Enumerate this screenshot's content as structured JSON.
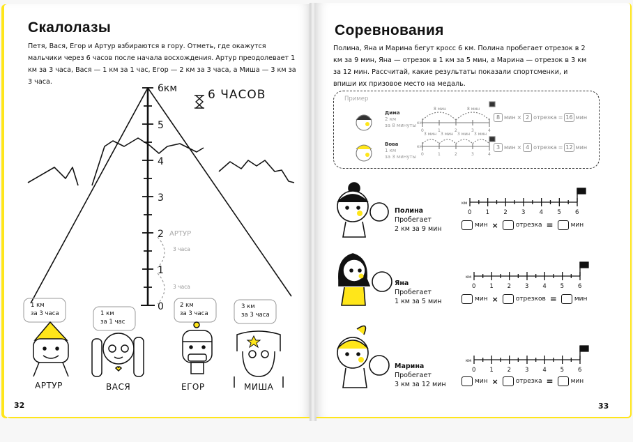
{
  "left_page": {
    "title": "Скалолазы",
    "intro": "Петя, Вася, Егор и Артур взбираются в гору. Отметь, где окажутся мальчики через 6 часов после начала восхождения. Артур преодолевает 1 км за 3 часа, Вася — 1 км за 1 час, Егор — 2 км за 3 часа, а Миша — 3 км за 3 часа.",
    "page_number": "32",
    "hours_label": "6 ЧАСОВ",
    "scale": [
      "6км",
      "5",
      "4",
      "3",
      "2",
      "1",
      "0"
    ],
    "artur_marker": "АРТУР",
    "segment_labels": [
      "3 часа",
      "3 часа"
    ],
    "climbers": [
      {
        "name": "АРТУР",
        "bubble": [
          "1 км",
          "за 3 часа"
        ]
      },
      {
        "name": "ВАСЯ",
        "bubble": [
          "1 км",
          "за 1 час"
        ]
      },
      {
        "name": "ЕГОР",
        "bubble": [
          "2 км",
          "за 3 часа"
        ]
      },
      {
        "name": "МИША",
        "bubble": [
          "3 км",
          "за 3 часа"
        ]
      }
    ]
  },
  "right_page": {
    "title": "Соревнования",
    "intro": "Полина, Яна и Марина бегут кросс 6 км. Полина пробегает отрезок в 2 км за 9 мин, Яна — отрезок в 1 км за 5 мин, а Марина — отрезок в 3 км за 12 мин. Рассчитай, какие результаты показали спортсменки, и впиши их призовое место на медаль.",
    "page_number": "33",
    "example": {
      "label": "Пример",
      "rows": [
        {
          "name": "Дима",
          "desc": [
            "2 км",
            "за 8 минуты"
          ],
          "seg_label": "8 мин",
          "a": "8",
          "b": "2",
          "result": "16"
        },
        {
          "name": "Вова",
          "desc": [
            "1 км",
            "за 3 минуты"
          ],
          "seg_label": "3 мин",
          "a": "3",
          "b": "4",
          "result": "12"
        }
      ],
      "km": "км",
      "ticks": [
        "0",
        "1",
        "2",
        "3",
        "4"
      ],
      "min": "мин",
      "segments": "отрезка"
    },
    "runners": [
      {
        "name": "Полина",
        "verb": "Пробегает",
        "rate": "2 км за 9 мин",
        "segments_word": "отрезка"
      },
      {
        "name": "Яна",
        "verb": "Пробегает",
        "rate": "1 км за 5 мин",
        "segments_word": "отрезков"
      },
      {
        "name": "Марина",
        "verb": "Пробегает",
        "rate": "3 км за 12 мин",
        "segments_word": "отрезка"
      }
    ],
    "track_ticks": [
      "0",
      "1",
      "2",
      "3",
      "4",
      "5",
      "6"
    ],
    "km": "км",
    "min": "мин"
  },
  "colors": {
    "accent": "#ffe61a",
    "ink": "#111111",
    "skin_blush": "#f4d64a"
  }
}
